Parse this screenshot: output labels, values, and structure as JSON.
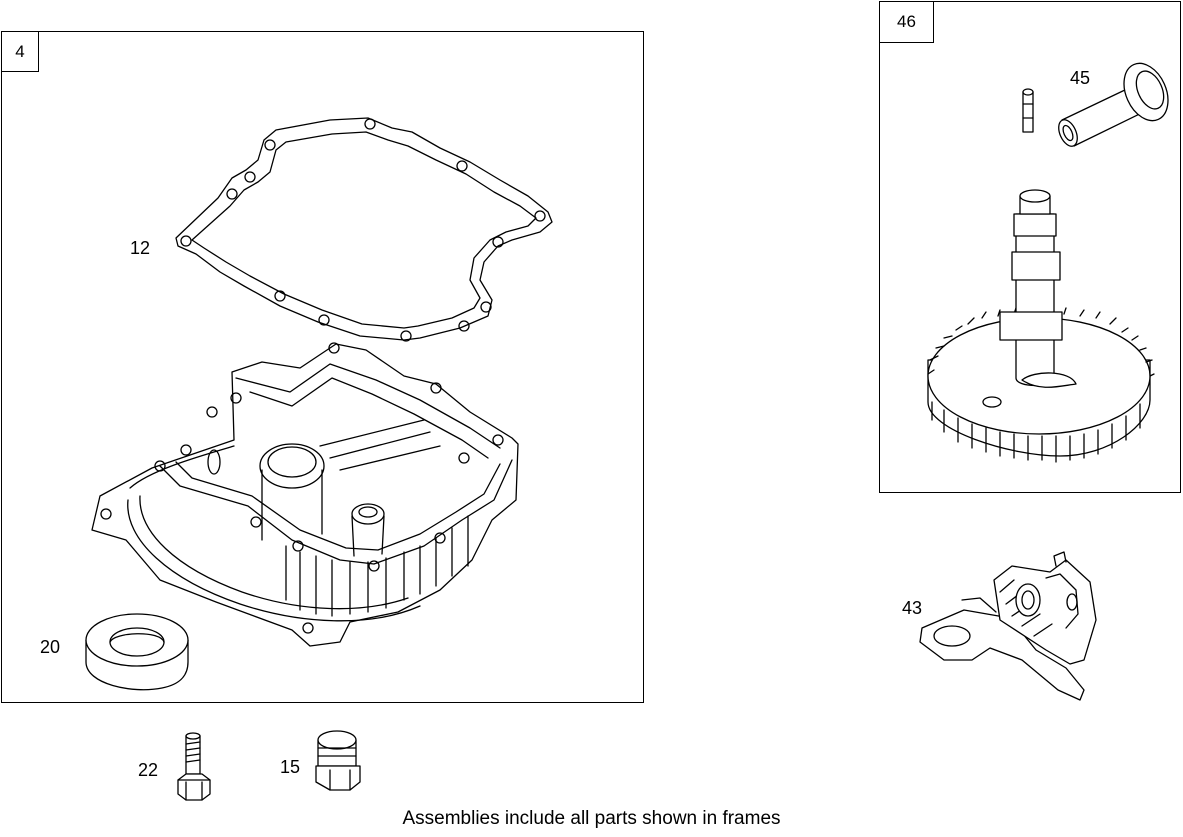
{
  "frames": {
    "left": {
      "tag": "4"
    },
    "right": {
      "tag": "46"
    }
  },
  "callouts": {
    "gasket": "12",
    "seal": "20",
    "pin": "45",
    "governor": "43",
    "bolt": "22",
    "plug": "15"
  },
  "caption": "Assemblies include all parts shown in frames"
}
